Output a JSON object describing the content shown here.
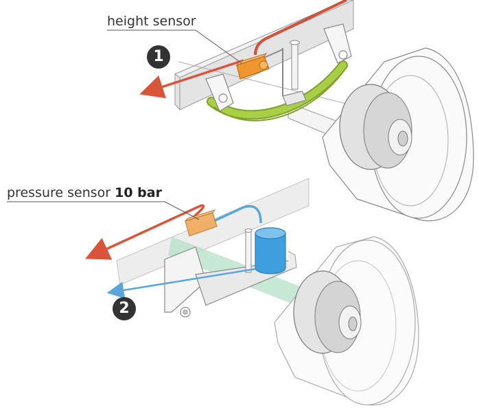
{
  "labels": {
    "height_sensor": "height sensor",
    "pressure_sensor_prefix": "pressure sensor ",
    "pressure_sensor_value": "10 bar"
  },
  "badges": {
    "one": "1",
    "two": "2"
  },
  "colors": {
    "red_line": "#d9553a",
    "blue_line": "#5aa6dc",
    "leaf_spring": "#a8cf45",
    "sensor_orange": "#f0962e",
    "air_bellow": "#3f9fde",
    "green_axle": "#b6e0c8",
    "grey_part": "#cfcfcf",
    "outline": "#888888"
  },
  "icons": {
    "badge": "numbered-circle-icon",
    "arrow": "arrow-left-icon"
  }
}
